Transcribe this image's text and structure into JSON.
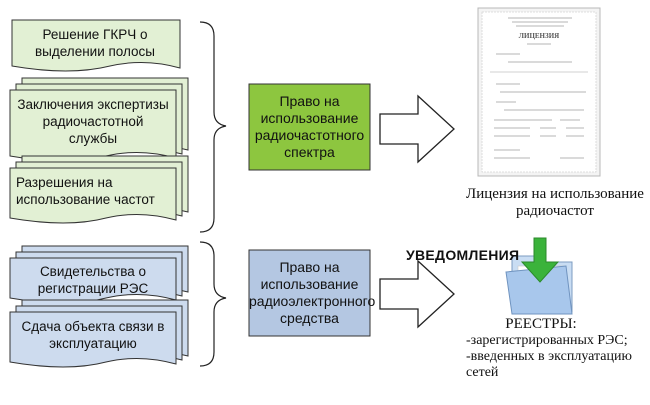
{
  "colors": {
    "doc_green": "#e2f0d4",
    "doc_blue": "#cddbee",
    "box_green": "#8dc63f",
    "box_blue": "#b4c7e2",
    "outline": "#333333"
  },
  "spectrum_docs": [
    {
      "line1": "Решение ГКРЧ о",
      "line2": "выделении полосы",
      "line3": ""
    },
    {
      "line1": "Заключения экспертизы",
      "line2": "радиочастотной",
      "line3": "службы"
    },
    {
      "line1": "Разрешения на",
      "line2": "использование частот",
      "line3": ""
    }
  ],
  "equipment_docs": [
    {
      "line1": "Свидетельства о",
      "line2": "регистрации РЭС",
      "line3": ""
    },
    {
      "line1": "Сдача объекта связи в",
      "line2": "эксплуатацию",
      "line3": ""
    }
  ],
  "spectrum_right": {
    "line1": "Право на",
    "line2": "использование",
    "line3": "радиочастотного",
    "line4": "спектра"
  },
  "equipment_right": {
    "line1": "Право на",
    "line2": "использование",
    "line3": "радиоэлектронного",
    "line4": "средства"
  },
  "license": {
    "header": "ЛИЦЕНЗИЯ",
    "caption_line1": "Лицензия на использование",
    "caption_line2": "радиочастот"
  },
  "notifications_label": "УВЕДОМЛЕНИЯ",
  "registries": {
    "title": "РЕЕСТРЫ:",
    "item1": "-зарегистрированных РЭС;",
    "item2_line1": "-введенных в эксплуатацию",
    "item2_line2": "сетей"
  }
}
